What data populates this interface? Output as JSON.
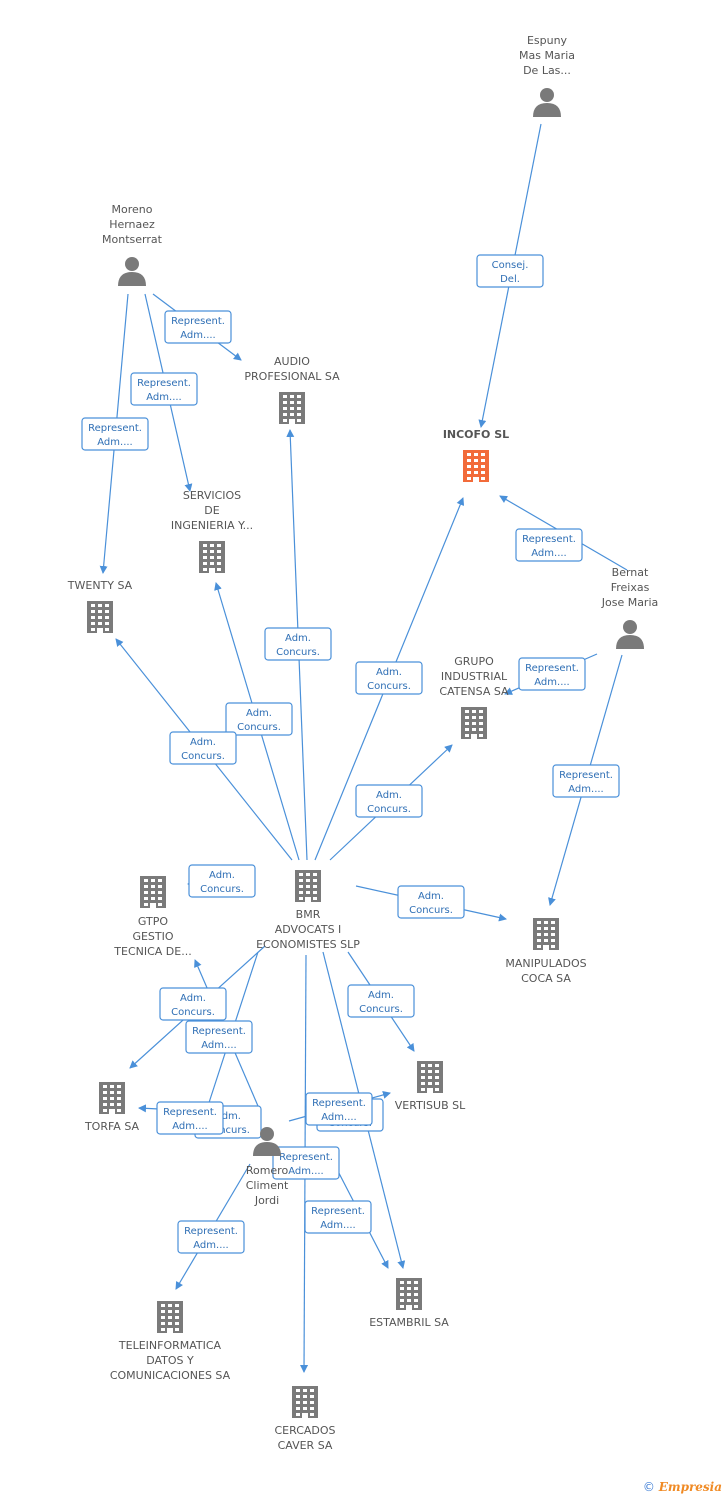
{
  "colors": {
    "edge": "#4a90d9",
    "company": "#7a7a7a",
    "company_main": "#f26b3a",
    "person": "#7a7a7a"
  },
  "nodes": [
    {
      "id": "espuny",
      "type": "person",
      "lines": [
        "Espuny",
        "Mas Maria",
        "De Las..."
      ]
    },
    {
      "id": "moreno",
      "type": "person",
      "lines": [
        "Moreno",
        "Hernaez",
        "Montserrat"
      ]
    },
    {
      "id": "audio",
      "type": "company",
      "lines": [
        "AUDIO",
        "PROFESIONAL SA"
      ]
    },
    {
      "id": "incofo",
      "type": "company_main",
      "lines": [
        "INCOFO SL"
      ]
    },
    {
      "id": "servicios",
      "type": "company",
      "lines": [
        "SERVICIOS",
        "DE",
        "INGENIERIA Y..."
      ]
    },
    {
      "id": "twenty",
      "type": "company",
      "lines": [
        "TWENTY SA"
      ]
    },
    {
      "id": "bernat",
      "type": "person",
      "lines": [
        "Bernat",
        "Freixas",
        "Jose Maria"
      ]
    },
    {
      "id": "grupo",
      "type": "company",
      "lines": [
        "GRUPO",
        "INDUSTRIAL",
        "CATENSA SA"
      ]
    },
    {
      "id": "bmr",
      "type": "company",
      "lines": [
        "BMR",
        "ADVOCATS I",
        "ECONOMISTES SLP"
      ]
    },
    {
      "id": "gtpo",
      "type": "company",
      "lines": [
        "GTPO",
        "GESTIO",
        "TECNICA DE..."
      ]
    },
    {
      "id": "manipulados",
      "type": "company",
      "lines": [
        "MANIPULADOS",
        "COCA SA"
      ]
    },
    {
      "id": "torfa",
      "type": "company",
      "lines": [
        "TORFA SA"
      ]
    },
    {
      "id": "vertisub",
      "type": "company",
      "lines": [
        "VERTISUB SL"
      ]
    },
    {
      "id": "romero",
      "type": "person",
      "lines": [
        "Romero",
        "Climent",
        "Jordi"
      ]
    },
    {
      "id": "estambril",
      "type": "company",
      "lines": [
        "ESTAMBRIL SA"
      ]
    },
    {
      "id": "teleinformatica",
      "type": "company",
      "lines": [
        "TELEINFORMATICA",
        "DATOS Y",
        "COMUNICACIONES SA"
      ]
    },
    {
      "id": "cercados",
      "type": "company",
      "lines": [
        "CERCADOS",
        "CAVER SA"
      ]
    }
  ],
  "edges": [
    {
      "id": "e1",
      "label": [
        "Consej.",
        "Del."
      ]
    },
    {
      "id": "e2",
      "label": [
        "Represent.",
        "Adm...."
      ]
    },
    {
      "id": "e3",
      "label": [
        "Represent.",
        "Adm...."
      ]
    },
    {
      "id": "e4",
      "label": [
        "Represent.",
        "Adm...."
      ]
    },
    {
      "id": "e5",
      "label": [
        "Represent.",
        "Adm...."
      ]
    },
    {
      "id": "e6",
      "label": [
        "Represent.",
        "Adm...."
      ]
    },
    {
      "id": "e7",
      "label": [
        "Represent.",
        "Adm...."
      ]
    },
    {
      "id": "e8",
      "label": [
        "Adm.",
        "Concurs."
      ]
    },
    {
      "id": "e9",
      "label": [
        "Adm.",
        "Concurs."
      ]
    },
    {
      "id": "e10",
      "label": [
        "Adm.",
        "Concurs."
      ]
    },
    {
      "id": "e11",
      "label": [
        "Adm.",
        "Concurs."
      ]
    },
    {
      "id": "e12",
      "label": [
        "Adm.",
        "Concurs."
      ]
    },
    {
      "id": "e13",
      "label": [
        "Adm.",
        "Concurs."
      ]
    },
    {
      "id": "e14",
      "label": [
        "Adm.",
        "Concurs."
      ]
    },
    {
      "id": "e15",
      "label": [
        "Adm.",
        "Concurs."
      ]
    },
    {
      "id": "e16",
      "label": [
        "Adm.",
        "Concurs."
      ]
    },
    {
      "id": "e17",
      "label": [
        "Represent.",
        "Adm...."
      ]
    },
    {
      "id": "e18",
      "label": [
        "Adm.",
        "Concurs."
      ]
    },
    {
      "id": "e19",
      "label": [
        "Represent.",
        "Adm...."
      ]
    },
    {
      "id": "e20",
      "label": [
        "Adm.",
        "Concurs."
      ]
    },
    {
      "id": "e21",
      "label": [
        "Represent.",
        "Adm...."
      ]
    },
    {
      "id": "e22",
      "label": [
        "Represent.",
        "Adm...."
      ]
    },
    {
      "id": "e23",
      "label": [
        "Represent.",
        "Adm...."
      ]
    },
    {
      "id": "e24",
      "label": [
        "Represent.",
        "Adm...."
      ]
    }
  ],
  "footer": {
    "copyright": "©",
    "brand": "Empresia"
  }
}
